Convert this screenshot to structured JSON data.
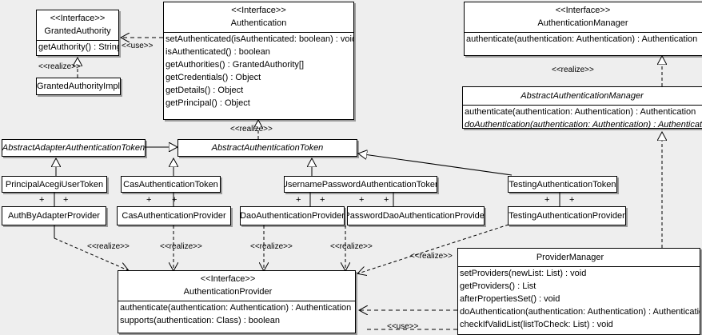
{
  "diagram": {
    "type": "uml-class-diagram",
    "background": "#eeeeee",
    "line_color": "#000000",
    "box_fill": "#ffffff"
  },
  "stereotypes": {
    "interface": "<<Interface>>",
    "realize": "<<realize>>",
    "use": "<<use>>"
  },
  "classes": {
    "granted_authority": {
      "stereotype": "<<Interface>>",
      "name": "GrantedAuthority",
      "operations": [
        "getAuthority() : String"
      ]
    },
    "granted_authority_impl": {
      "name": "GrantedAuthorityImpl"
    },
    "authentication": {
      "stereotype": "<<Interface>>",
      "name": "Authentication",
      "operations": [
        "setAuthenticated(isAuthenticated: boolean) : void",
        "isAuthenticated() : boolean",
        "getAuthorities() : GrantedAuthority[]",
        "getCredentials() : Object",
        "getDetails() : Object",
        "getPrincipal() : Object"
      ]
    },
    "authentication_manager": {
      "stereotype": "<<Interface>>",
      "name": "AuthenticationManager",
      "operations": [
        "authenticate(authentication: Authentication) : Authentication"
      ]
    },
    "abstract_authentication_manager": {
      "name": "AbstractAuthenticationManager",
      "operations": [
        "authenticate(authentication: Authentication) : Authentication",
        "doAuthentication(authentication: Authentication) : Authentication"
      ]
    },
    "abstract_adapter_authentication_token": {
      "name": "AbstractAdapterAuthenticationToken"
    },
    "abstract_authentication_token": {
      "name": "AbstractAuthenticationToken"
    },
    "principal_acegi_user_token": {
      "name": "PrincipalAcegiUserToken"
    },
    "cas_authentication_token": {
      "name": "CasAuthenticationToken"
    },
    "username_password_authentication_token": {
      "name": "UsernamePasswordAuthenticationToken"
    },
    "testing_authentication_token": {
      "name": "TestingAuthenticationToken"
    },
    "auth_by_adapter_provider": {
      "name": "AuthByAdapterProvider"
    },
    "cas_authentication_provider": {
      "name": "CasAuthenticationProvider"
    },
    "dao_authentication_provider": {
      "name": "DaoAuthenticationProvider"
    },
    "password_dao_authentication_provider": {
      "name": "PasswordDaoAuthenticationProvider"
    },
    "testing_authentication_provider": {
      "name": "TestingAuthenticationProvider"
    },
    "authentication_provider": {
      "stereotype": "<<Interface>>",
      "name": "AuthenticationProvider",
      "operations": [
        "authenticate(authentication: Authentication) : Authentication",
        "supports(authentication: Class) : boolean"
      ]
    },
    "provider_manager": {
      "name": "ProviderManager",
      "operations": [
        "setProviders(newList: List) : void",
        "getProviders() : List",
        "afterPropertiesSet() : void",
        "doAuthentication(authentication: Authentication) : Authentication",
        "checkIfValidList(listToCheck: List) : void"
      ]
    }
  },
  "relationship_labels": {
    "use_granted_authority": "<<use>>",
    "realize_granted_authority_impl": "<<realize>>",
    "realize_authentication": "<<realize>>",
    "realize_authentication_manager": "<<realize>>",
    "realize_provider_1": "<<realize>>",
    "realize_provider_2": "<<realize>>",
    "realize_provider_3": "<<realize>>",
    "realize_provider_4": "<<realize>>",
    "realize_provider_manager": "<<realize>>",
    "use_provider_manager": "<<use>>"
  },
  "association_markers": {
    "plus": "+"
  }
}
